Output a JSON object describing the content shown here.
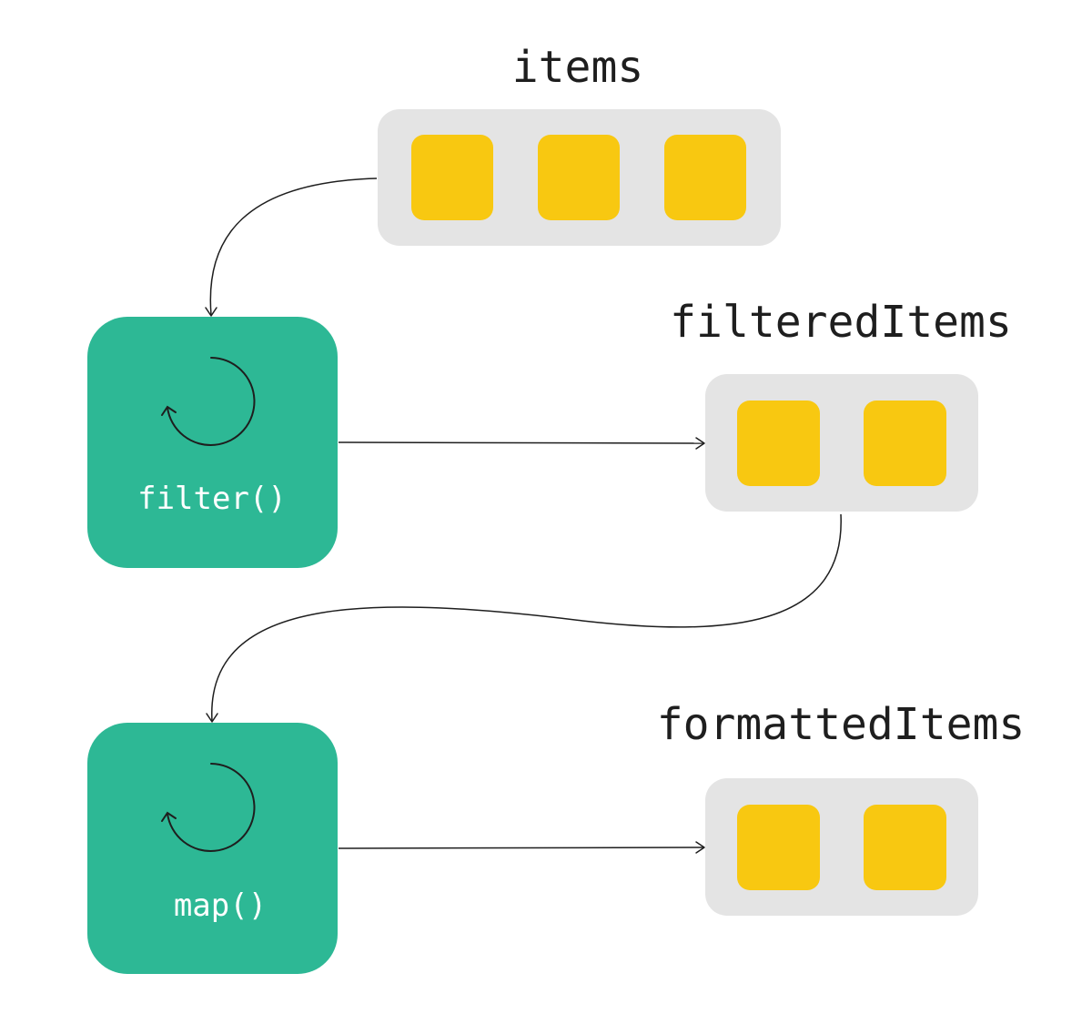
{
  "colors": {
    "background": "#ffffff",
    "array_container": "#e4e4e4",
    "array_item": "#f8c811",
    "function_box": "#2db895",
    "function_text": "#ffffff",
    "label_text": "#1e1e1e",
    "edge": "#1e1e1e"
  },
  "arrays": {
    "items": {
      "label": "items",
      "item_count": 3
    },
    "filtered": {
      "label": "filteredItems",
      "item_count": 2
    },
    "formatted": {
      "label": "formattedItems",
      "item_count": 2
    }
  },
  "functions": {
    "filter": {
      "label": "filter()",
      "icon": "cycle-arrow-icon"
    },
    "map": {
      "label": "map()",
      "icon": "cycle-arrow-icon"
    }
  }
}
